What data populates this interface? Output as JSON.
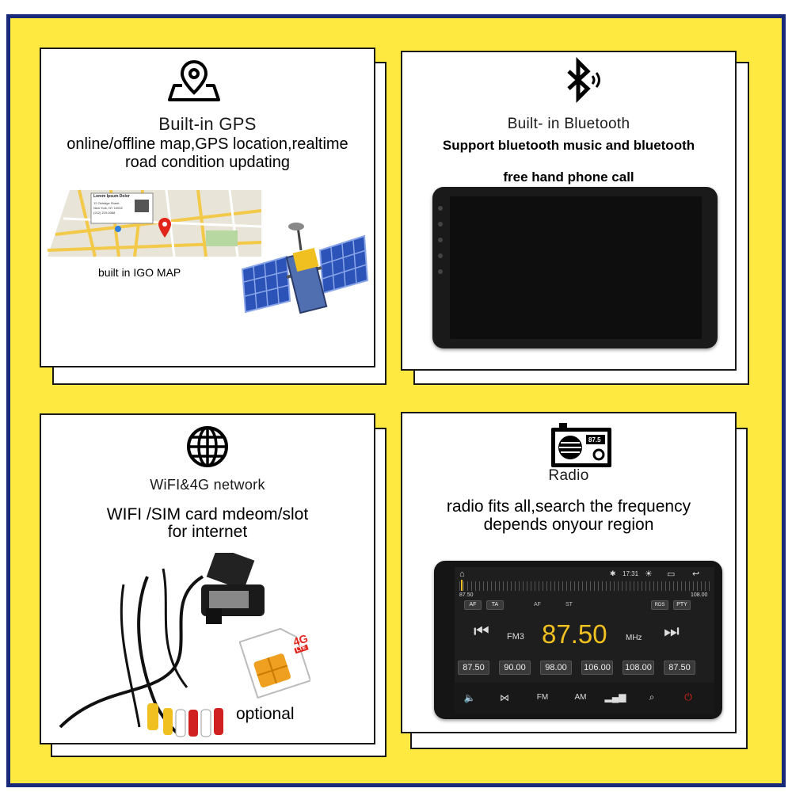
{
  "gps": {
    "title": "Built-in GPS",
    "line1": "online/offline map,GPS location,realtime",
    "line2": "road condition updating",
    "map_label": "built in IGO MAP",
    "map_card_title": "Lorem Ipsum Dolor",
    "map_card_lines": [
      "12 Oldridge Street",
      "New York, NY 10002",
      "(212) 219-0368"
    ]
  },
  "bluetooth": {
    "title": "Built- in  Bluetooth",
    "line1": "Support bluetooth music and bluetooth",
    "line2": "free hand phone call"
  },
  "wifi": {
    "title": "WiFI&4G network",
    "line1": "WIFI /SIM card mdeom/slot",
    "line2": "for internet",
    "optional": "optional",
    "sim_badge": "4G",
    "sim_lte": "LTE"
  },
  "radio": {
    "title": "Radio",
    "line1": "radio fits all,search the frequency",
    "line2": "depends onyour region",
    "icon_freq": "87.5",
    "status_time": "17:31",
    "range_min": "87.50",
    "range_max": "108.00",
    "af": "AF",
    "ta": "TA",
    "af_small": "AF",
    "st": "ST",
    "rds": "RDS",
    "pty": "PTY",
    "band": "FM3",
    "frequency": "87.50",
    "unit": "MHz",
    "presets": [
      "87.50",
      "90.00",
      "98.00",
      "106.00",
      "108.00",
      "87.50"
    ],
    "bottom": [
      "FM",
      "AM"
    ]
  }
}
